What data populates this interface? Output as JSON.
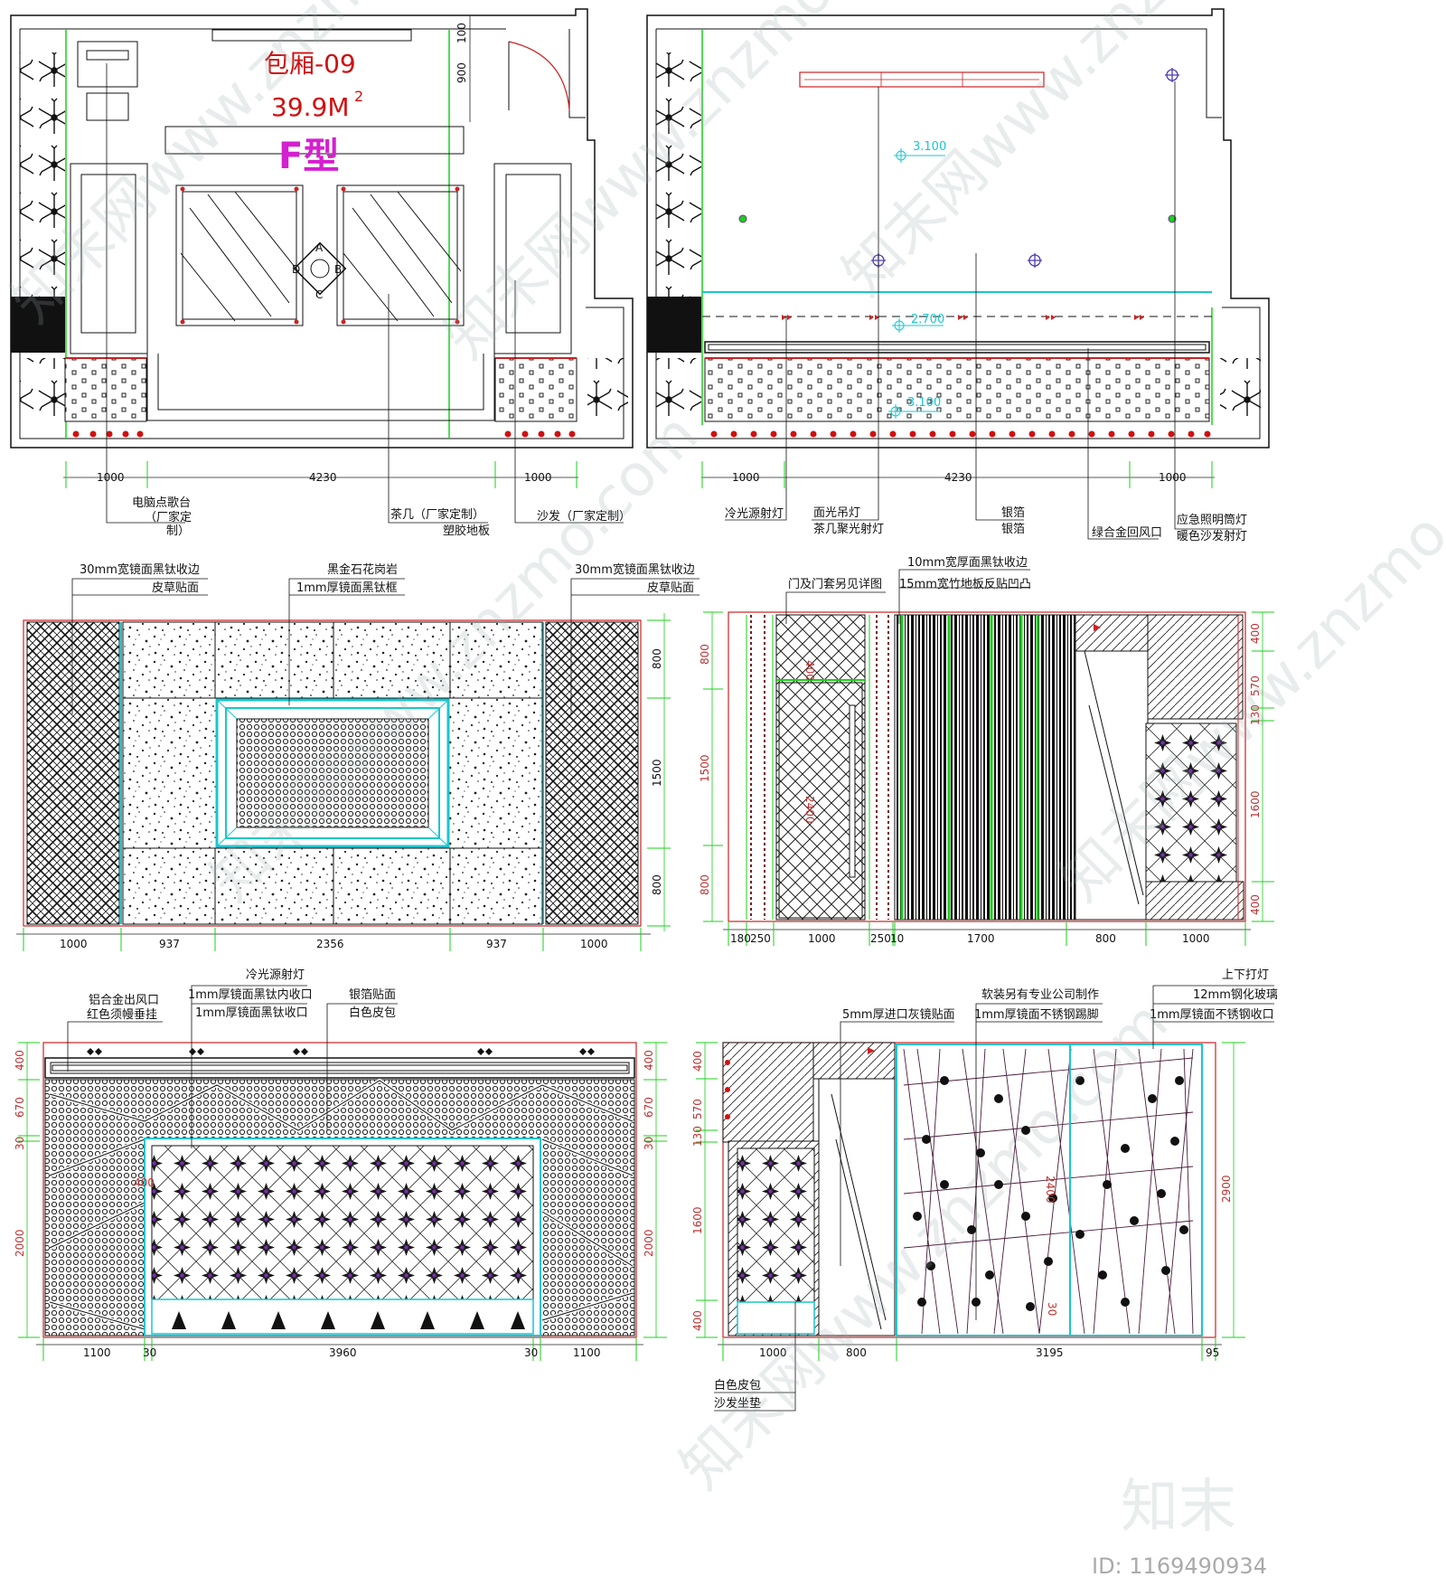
{
  "colors": {
    "title_red": "#d01010",
    "magenta": "#d51fd0",
    "cyan": "#19c6d0",
    "green": "#19d019",
    "dim_red": "#b33333",
    "purple": "#6a2ca0"
  },
  "plan1": {
    "title": "包厢-09",
    "area": "39.9M",
    "area_sup": "2",
    "type": "F型",
    "dims_bottom": [
      "1000",
      "4230",
      "1000"
    ],
    "dims_right": [
      "100",
      "900"
    ],
    "labels": {
      "ktv": "电脑点歌台",
      "ktv2": "（厂家定",
      "ktv3": "制）",
      "table": "茶几（厂家定制）",
      "floor": "塑胶地板",
      "sofa": "沙发（厂家定制）"
    },
    "table_marks": [
      "A",
      "B",
      "C",
      "D"
    ]
  },
  "plan2": {
    "levels": [
      "3.100",
      "2.700",
      "3.100"
    ],
    "dims_bottom": [
      "1000",
      "4230",
      "1000"
    ],
    "labels": {
      "cold": "冷光源射灯",
      "panel1": "面光吊灯",
      "panel2": "茶几聚光射灯",
      "silver1": "银箔",
      "silver2": "银箔",
      "vent": "绿合金回风口",
      "emerg1": "应急照明筒灯",
      "emerg2": "暖色沙发射灯"
    }
  },
  "elevA": {
    "labels": {
      "left1": "30mm宽镜面黑钛收边",
      "left2": "皮草贴面",
      "mid1": "黑金石花岗岩",
      "mid2": "1mm厚镜面黑钛框",
      "right1": "30mm宽镜面黑钛收边",
      "right2": "皮草贴面"
    },
    "dims_bottom": [
      "1000",
      "937",
      "2356",
      "937",
      "1000"
    ],
    "dims_right": [
      "800",
      "1500",
      "800"
    ]
  },
  "elevB": {
    "labels": {
      "door": "门及门套另见详图",
      "edge": "10mm宽厚面黑钛收边",
      "bamboo": "15mm宽竹地板反贴凹凸"
    },
    "dims_bottom": [
      "180",
      "250",
      "1000",
      "250",
      "10",
      "1700",
      "800",
      "1000"
    ],
    "dims_left": [
      "800",
      "1500",
      "800"
    ],
    "dims_right": [
      "400",
      "570",
      "130",
      "1600",
      "400"
    ],
    "door_marks": [
      "400",
      "2400"
    ]
  },
  "elevC": {
    "labels": {
      "vent1": "铝合金出风口",
      "vent2": "红色须幔垂挂",
      "cold": "冷光源射灯",
      "ti1": "1mm厚镜面黑钛内收口",
      "ti2": "1mm厚镜面黑钛收口",
      "silver": "银箔贴面",
      "leather": "白色皮包"
    },
    "dims_bottom": [
      "1100",
      "30",
      "3960",
      "30",
      "1100"
    ],
    "dims_left": [
      "400",
      "670",
      "30",
      "2000"
    ],
    "dims_right": [
      "400",
      "670",
      "30",
      "2000"
    ],
    "inner_mark": "400"
  },
  "elevD": {
    "labels": {
      "mirror": "5mm厚进口灰镜贴面",
      "soft": "软装另有专业公司制作",
      "kick": "1mm厚镜面不锈钢踢脚",
      "light": "上下打灯",
      "glass": "12mm钢化玻璃",
      "ss": "1mm厚镜面不锈钢收口",
      "bottom1": "白色皮包",
      "bottom2": "沙发坐垫"
    },
    "dims_bottom": [
      "1000",
      "800",
      "3195",
      "95"
    ],
    "dims_left": [
      "400",
      "570",
      "130",
      "1600",
      "400"
    ],
    "dims_right": [
      "2900"
    ],
    "inner_marks": [
      "2400",
      "30"
    ]
  },
  "watermark": {
    "site": "知末网www.znzmo.com",
    "logo": "知末",
    "id": "ID: 1169490934"
  }
}
